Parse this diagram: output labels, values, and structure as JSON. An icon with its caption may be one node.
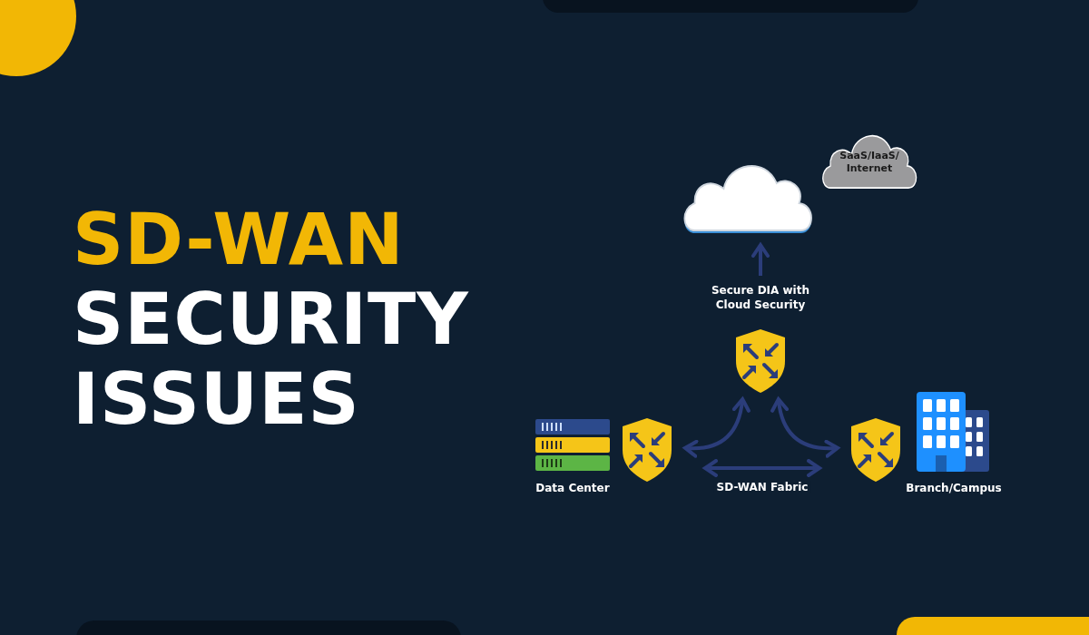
{
  "diagram": {
    "title": "SD-WAN SECURITY ISSUES",
    "nodes": [
      {
        "text": [],
        "shape": "cloud"
      },
      {
        "text": [
          "SaaS/IaaS/ Internet"
        ]
      },
      {
        "text": [],
        "shape": "shield",
        "beside": [
          "Secure DIA with Cloud Security"
        ]
      },
      {
        "text": [],
        "shape": "picture",
        "beside": [
          "Data Center"
        ]
      },
      {
        "text": [],
        "shape": "shield"
      },
      {
        "text": [],
        "shape": "shield"
      },
      {
        "text": [],
        "shape": "picture",
        "beside": [
          "Branch/Campus"
        ]
      }
    ],
    "edges": [
      {
        "from": 2,
        "to": 0,
        "arrow": "to"
      },
      {
        "from": 2,
        "to": 4,
        "arrow": "both"
      },
      {
        "from": 2,
        "to": 5,
        "arrow": "both"
      },
      {
        "from": 4,
        "to": 5,
        "arrow": "both",
        "label": "SD-WAN Fabric"
      }
    ]
  }
}
